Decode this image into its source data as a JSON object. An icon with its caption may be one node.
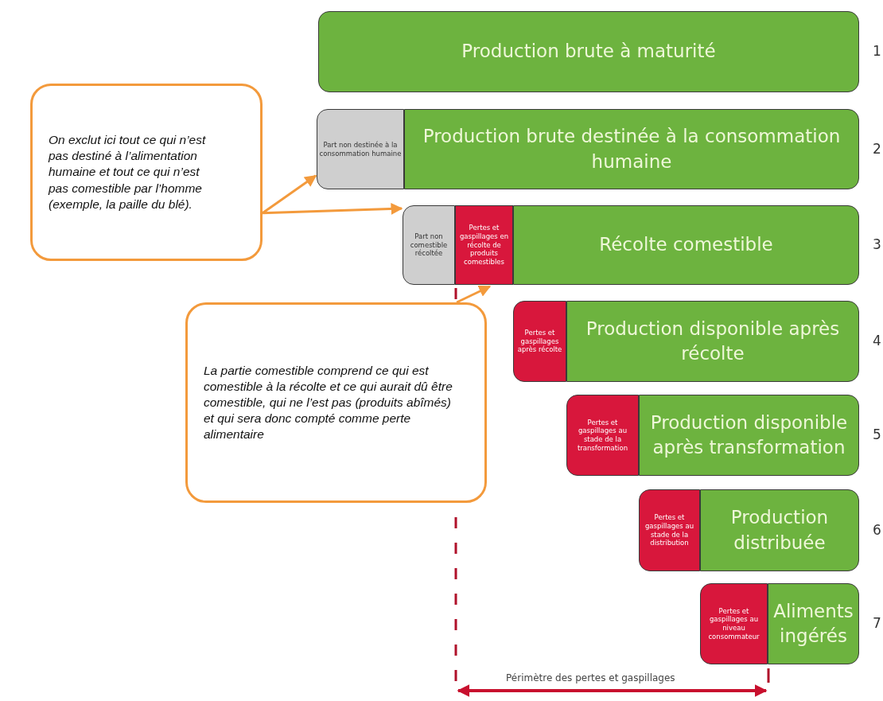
{
  "diagram": {
    "nodes": [
      {
        "text": [
          "Production brute à maturité"
        ],
        "beside": [
          "1"
        ]
      },
      {
        "text": [
          "Part non destinée à la consommation humaine"
        ]
      },
      {
        "text": [
          "Production brute destinée à la consommation humaine"
        ],
        "beside": [
          "2"
        ]
      },
      {
        "text": [
          "Part non comestible récoltée"
        ]
      },
      {
        "text": [
          "Pertes et gaspillages en récolte de produits comestibles"
        ]
      },
      {
        "text": [
          "Récolte comestible"
        ],
        "beside": [
          "3"
        ]
      },
      {
        "text": [
          "Pertes et gaspillages après récolte"
        ]
      },
      {
        "text": [
          "Production disponible après récolte"
        ],
        "beside": [
          "4"
        ]
      },
      {
        "text": [
          "Pertes et gaspillages au stade de la transformation"
        ]
      },
      {
        "text": [
          "Production disponible après transformation"
        ],
        "beside": [
          "5"
        ]
      },
      {
        "text": [
          "Pertes et gaspillages au stade de la distribution"
        ]
      },
      {
        "text": [
          "Production distribuée"
        ],
        "beside": [
          "6"
        ]
      },
      {
        "text": [
          "Pertes et gaspillages au niveau consommateur"
        ]
      },
      {
        "text": [
          "Aliments ingérés"
        ],
        "beside": [
          "7"
        ]
      },
      {
        "text": [
          "On exclut ici tout ce qui n’est pas destiné à l’alimentation humaine et tout ce qui n’est pas comestible par l’homme (exemple, la paille du blé)."
        ]
      },
      {
        "text": [
          "La partie comestible comprend ce qui est comestible à la récolte et ce qui aurait dû être comestible, qui ne l’est pas (produits abîmés) et qui sera donc compté comme perte alimentaire"
        ]
      }
    ],
    "edges": [
      {
        "from": 14,
        "to": 1,
        "arrow": "to"
      },
      {
        "from": 14,
        "to": 3,
        "arrow": "to"
      },
      {
        "from": 15,
        "to": 4,
        "arrow": "to"
      }
    ],
    "labels": [
      "Périmètre des pertes et gaspillages"
    ]
  }
}
